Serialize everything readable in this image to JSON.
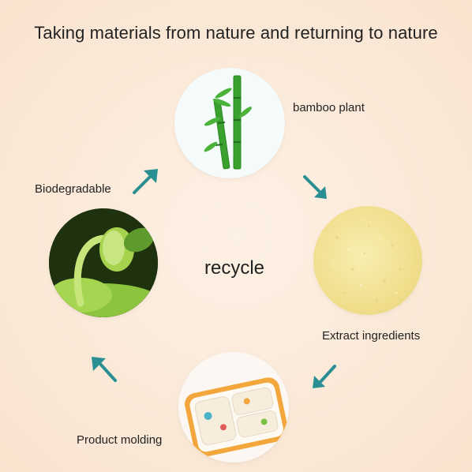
{
  "title": "Taking materials from nature and returning to nature",
  "center_label": "recycle",
  "steps": [
    {
      "label": "bamboo plant"
    },
    {
      "label": "Extract ingredients"
    },
    {
      "label": "Product molding"
    },
    {
      "label": "Biodegradable"
    }
  ],
  "colors": {
    "background": "#fbe9d9",
    "arrow": "#2a8f92",
    "bamboo": "#3aa02e",
    "powder": "#f1df8e"
  }
}
